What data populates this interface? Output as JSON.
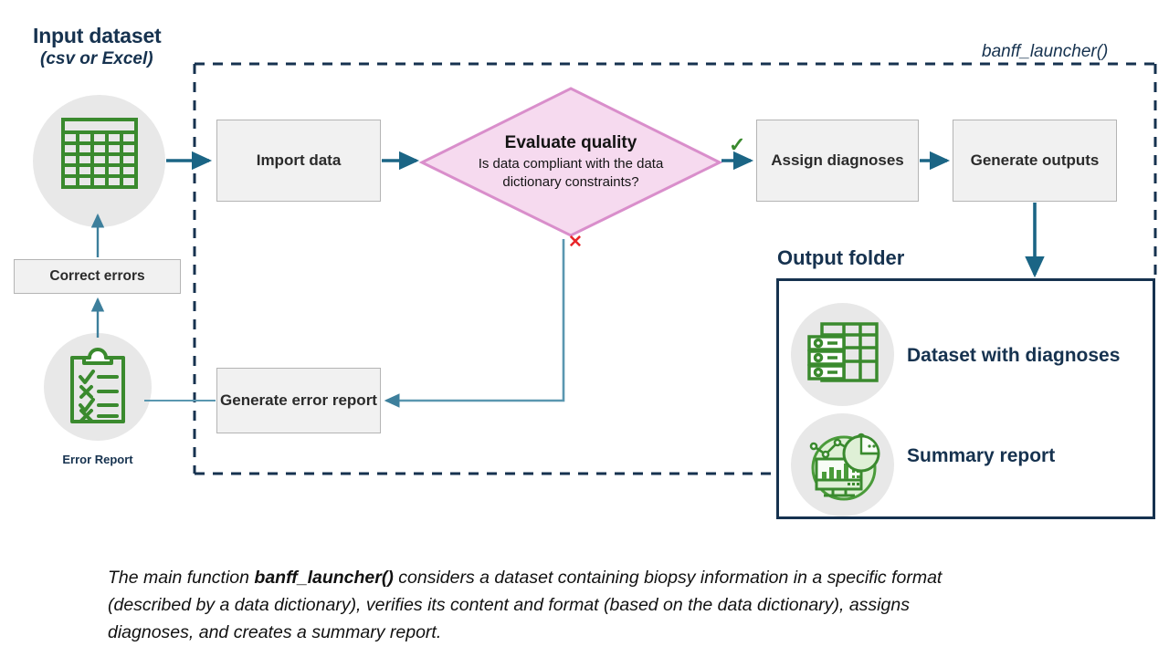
{
  "diagram": {
    "input_section": {
      "title": "Input dataset",
      "subtitle": "(csv or Excel)",
      "dataset_icon": "table-grid-icon",
      "correct_errors_label": "Correct errors",
      "error_report_icon": "clipboard-checklist-icon",
      "error_report_caption": "Error Report"
    },
    "pipeline": {
      "container_label": "banff_launcher()",
      "steps": [
        {
          "id": "import-data",
          "label": "Import data"
        },
        {
          "id": "assign-diagnoses",
          "label": "Assign diagnoses"
        },
        {
          "id": "generate-outputs",
          "label": "Generate outputs"
        },
        {
          "id": "generate-error-report",
          "label": "Generate error report"
        }
      ],
      "decision": {
        "title": "Evaluate quality",
        "question": "Is data compliant with the data dictionary constraints?",
        "yes_marker": "✓",
        "no_marker": "✕"
      }
    },
    "output_section": {
      "title": "Output folder",
      "items": [
        {
          "id": "dataset-with-diagnoses",
          "label": "Dataset with diagnoses",
          "icon": "dataset-table-icon"
        },
        {
          "id": "summary-report",
          "label": "Summary report",
          "icon": "chart-monitor-icon"
        }
      ]
    },
    "caption": {
      "part1": "The main function ",
      "bold": "banff_launcher()",
      "part2": " considers a dataset containing biopsy information in a specific format (described by a data dictionary), verifies its content and format (based on the data dictionary), assigns diagnoses, and creates a summary report."
    },
    "colors": {
      "navy": "#16324f",
      "teal_arrow": "#1b6585",
      "light_arrow": "#5a97b0",
      "green_icon": "#3a8a2e",
      "diamond_fill": "#f6daef",
      "diamond_stroke": "#d98ecb",
      "box_fill": "#f1f1f1",
      "box_stroke": "#b4b4b4",
      "circle_fill": "#e8e8e8",
      "check_green": "#3a8a2e",
      "x_red": "#e8262a"
    }
  }
}
